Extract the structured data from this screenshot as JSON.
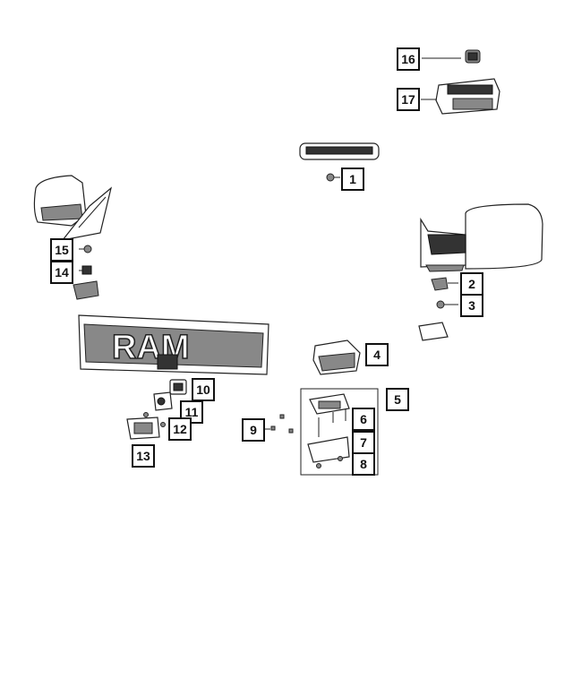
{
  "callouts": [
    {
      "id": "1",
      "label": "1"
    },
    {
      "id": "2",
      "label": "2"
    },
    {
      "id": "3",
      "label": "3"
    },
    {
      "id": "4",
      "label": "4"
    },
    {
      "id": "5",
      "label": "5"
    },
    {
      "id": "6",
      "label": "6"
    },
    {
      "id": "7",
      "label": "7"
    },
    {
      "id": "8",
      "label": "8"
    },
    {
      "id": "9",
      "label": "9"
    },
    {
      "id": "10",
      "label": "10"
    },
    {
      "id": "11",
      "label": "11"
    },
    {
      "id": "12",
      "label": "12"
    },
    {
      "id": "13",
      "label": "13"
    },
    {
      "id": "14",
      "label": "14"
    },
    {
      "id": "15",
      "label": "15"
    },
    {
      "id": "16",
      "label": "16"
    },
    {
      "id": "17",
      "label": "17"
    }
  ],
  "colors": {
    "ink": "#222222",
    "background": "#ffffff"
  }
}
